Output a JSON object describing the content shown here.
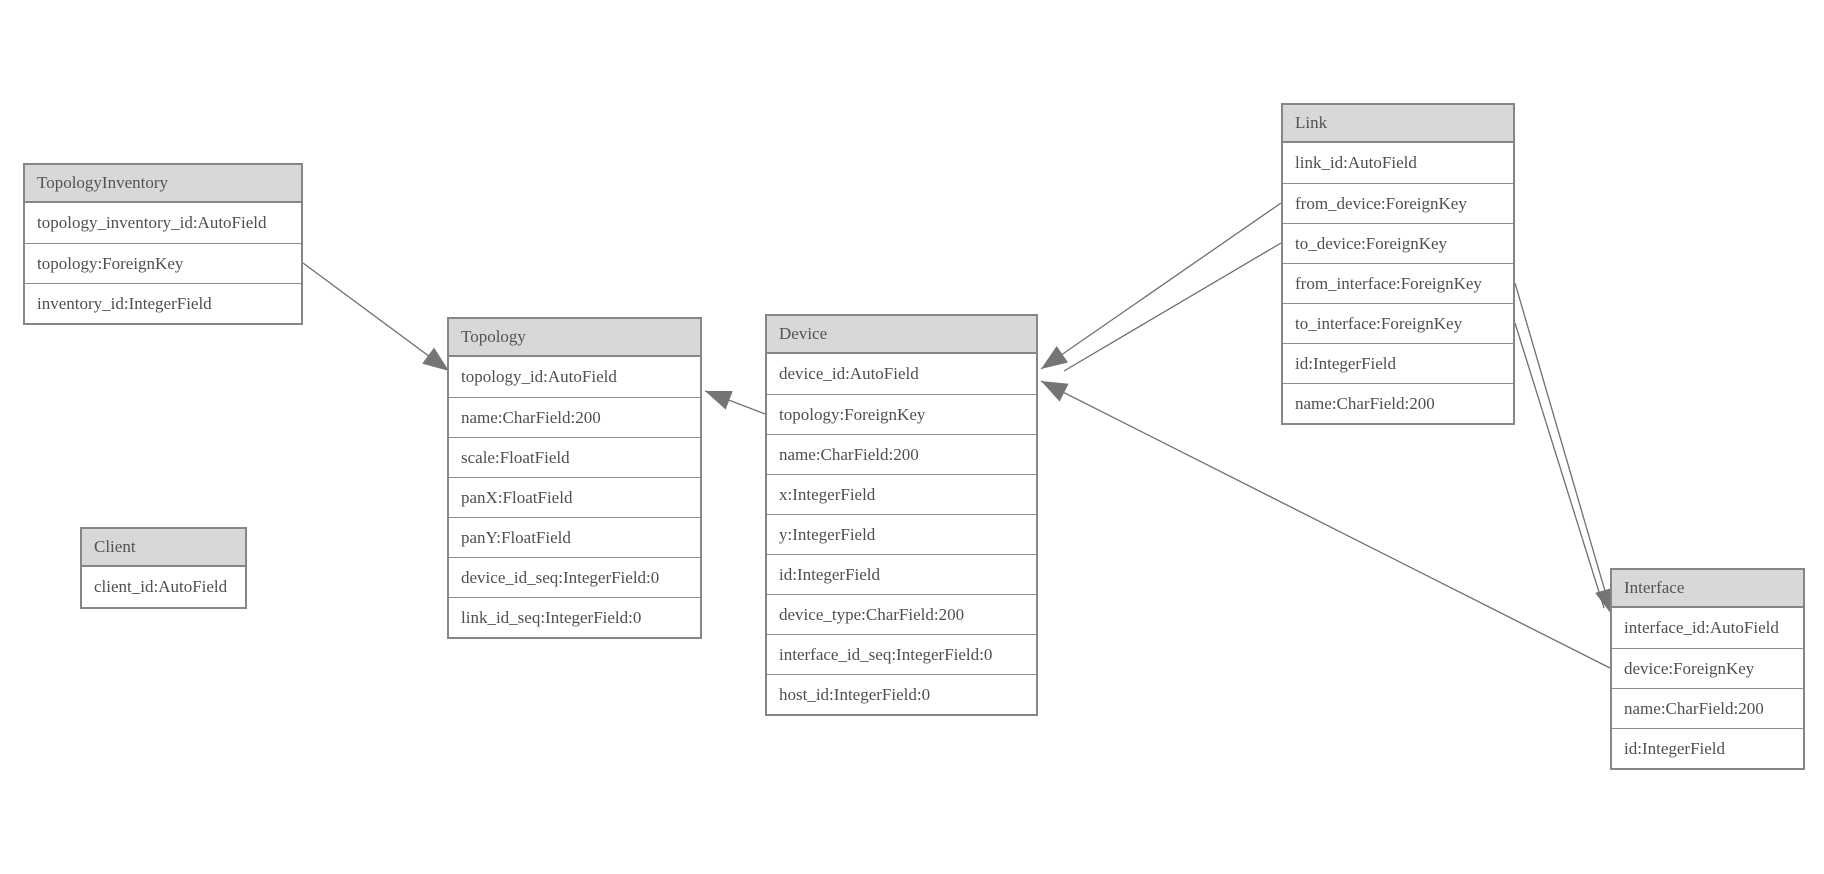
{
  "diagram": {
    "background_color": "#ffffff",
    "header_fill_color": "#d8d8d8",
    "border_color": "#868686",
    "line_color": "#6f6f6f",
    "arrowhead_color": "#757575",
    "text_color": "#4f4f4f"
  },
  "entities": [
    {
      "name": "TopologyInventory",
      "fields": [
        "topology_inventory_id:AutoField",
        "topology:ForeignKey",
        "inventory_id:IntegerField"
      ]
    },
    {
      "name": "Topology",
      "fields": [
        "topology_id:AutoField",
        "name:CharField:200",
        "scale:FloatField",
        "panX:FloatField",
        "panY:FloatField",
        "device_id_seq:IntegerField:0",
        "link_id_seq:IntegerField:0"
      ]
    },
    {
      "name": "Client",
      "fields": [
        "client_id:AutoField"
      ]
    },
    {
      "name": "Device",
      "fields": [
        "device_id:AutoField",
        "topology:ForeignKey",
        "name:CharField:200",
        "x:IntegerField",
        "y:IntegerField",
        "id:IntegerField",
        "device_type:CharField:200",
        "interface_id_seq:IntegerField:0",
        "host_id:IntegerField:0"
      ]
    },
    {
      "name": "Link",
      "fields": [
        "link_id:AutoField",
        "from_device:ForeignKey",
        "to_device:ForeignKey",
        "from_interface:ForeignKey",
        "to_interface:ForeignKey",
        "id:IntegerField",
        "name:CharField:200"
      ]
    },
    {
      "name": "Interface",
      "fields": [
        "interface_id:AutoField",
        "device:ForeignKey",
        "name:CharField:200",
        "id:IntegerField"
      ]
    }
  ],
  "relations": [
    {
      "from": "TopologyInventory.topology",
      "to": "Topology"
    },
    {
      "from": "Device.topology",
      "to": "Topology"
    },
    {
      "from": "Link.from_device",
      "to": "Device"
    },
    {
      "from": "Link.to_device",
      "to": "Device"
    },
    {
      "from": "Link.from_interface",
      "to": "Interface"
    },
    {
      "from": "Link.to_interface",
      "to": "Interface"
    },
    {
      "from": "Interface.device",
      "to": "Device"
    }
  ]
}
